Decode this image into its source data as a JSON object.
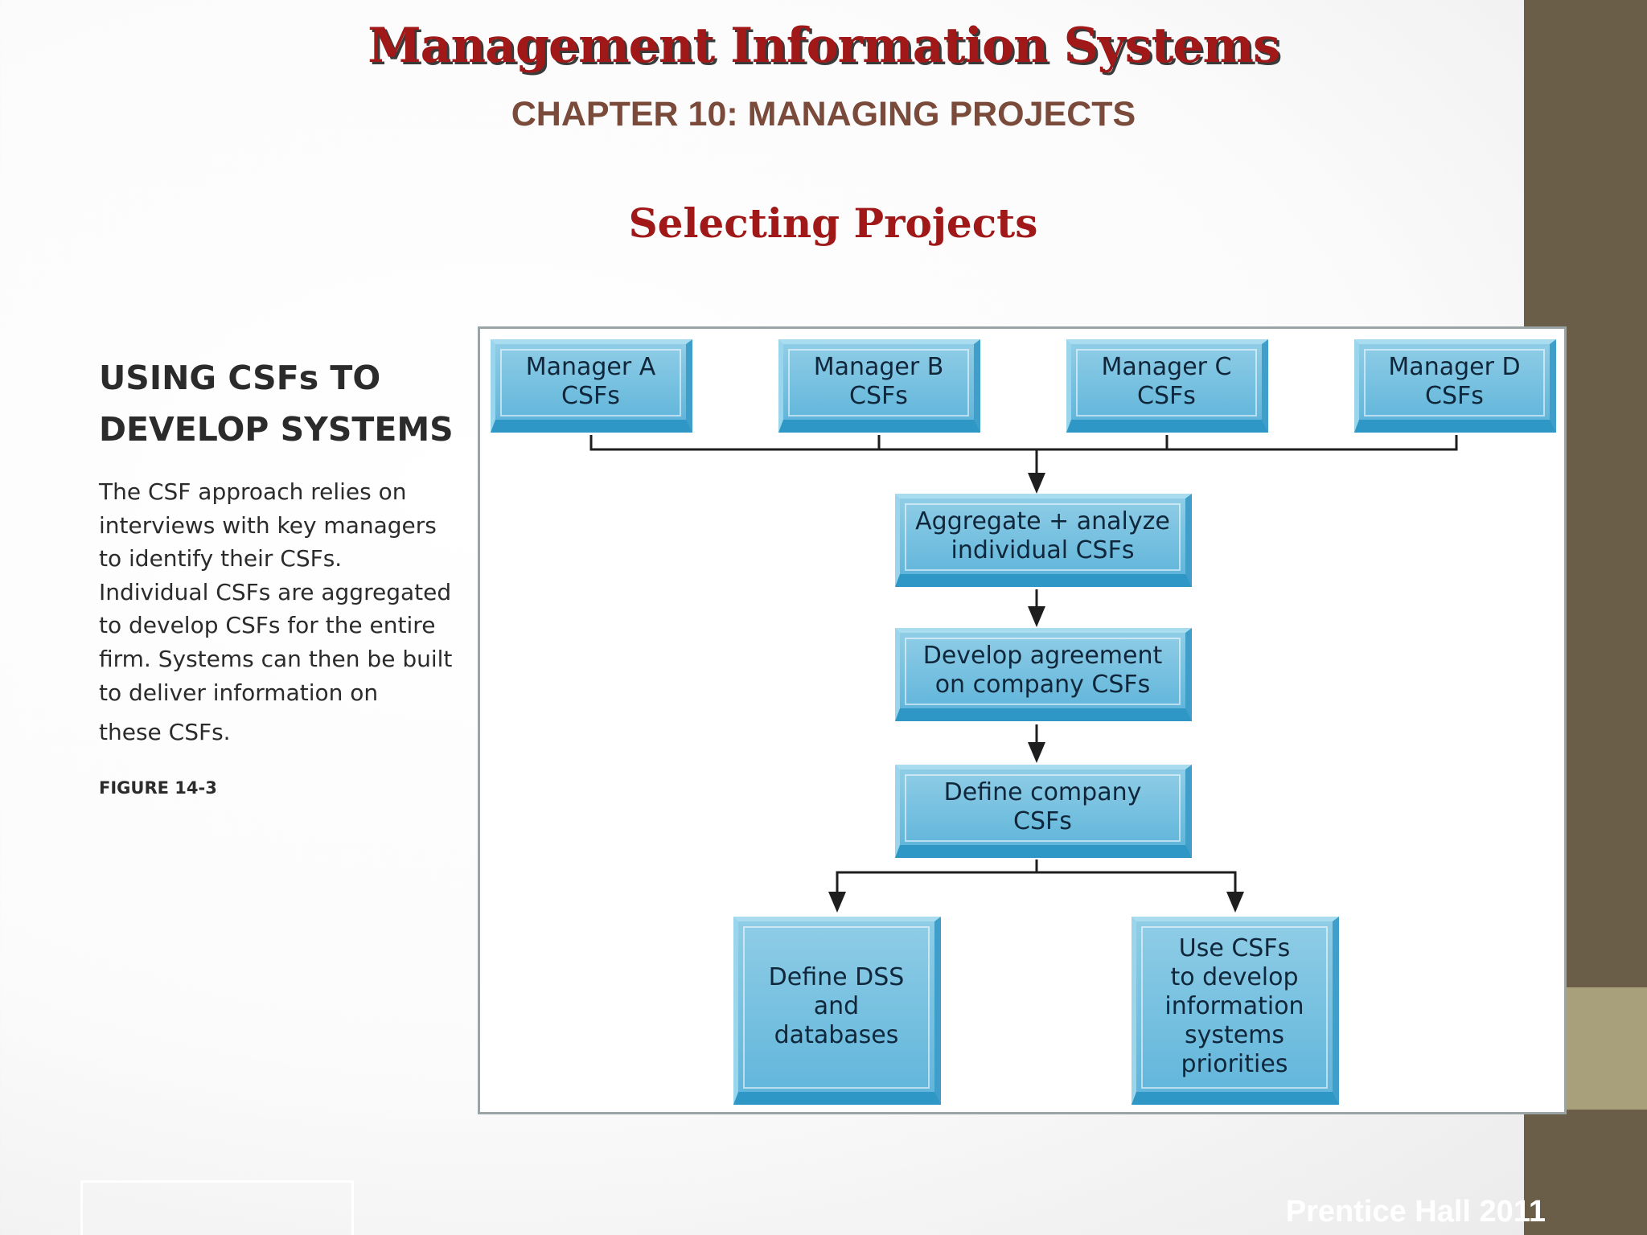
{
  "header": {
    "title": "Management Information Systems",
    "chapter": "CHAPTER 10: MANAGING PROJECTS",
    "section": "Selecting Projects"
  },
  "sidebar_text": {
    "heading_line1": "USING CSFs TO",
    "heading_line2": "DEVELOP SYSTEMS",
    "body_lines": [
      "The CSF approach relies on",
      "interviews with key managers",
      "to identify their CSFs.",
      "Individual CSFs are aggregated",
      "to develop CSFs for the entire",
      "firm. Systems can then be built",
      "to deliver information on",
      "these CSFs."
    ],
    "figure_label": "FIGURE 14-3"
  },
  "diagram": {
    "managers": [
      "Manager A\nCSFs",
      "Manager B\nCSFs",
      "Manager C\nCSFs",
      "Manager D\nCSFs"
    ],
    "steps": [
      "Aggregate + analyze\nindividual CSFs",
      "Develop agreement\non company CSFs",
      "Define company\nCSFs"
    ],
    "outputs": [
      "Define DSS\nand\ndatabases",
      "Use CSFs\nto develop\ninformation\nsystems\npriorities"
    ]
  },
  "colors": {
    "title_red": "#a01818",
    "chapter_brown": "#7a4a3a",
    "box_blue": "#62b6db",
    "sidebar_brown": "#6b5e48",
    "sidebar_accent": "#a8a07a"
  },
  "footer": {
    "text": "Prentice Hall 2011"
  }
}
